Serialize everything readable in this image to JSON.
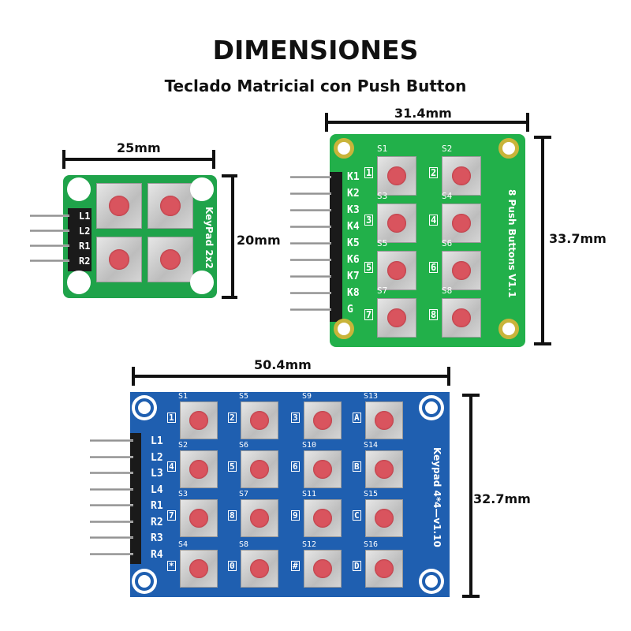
{
  "title": "DIMENSIONES",
  "subtitle": "Teclado Matricial con Push Button",
  "boards": {
    "keypad2x2": {
      "width_label": "25mm",
      "height_label": "20mm",
      "board_text": "KeyPad 2x2",
      "pins": [
        "L1",
        "L2",
        "R1",
        "R2"
      ],
      "color": "#1fa34a"
    },
    "push8": {
      "width_label": "31.4mm",
      "height_label": "33.7mm",
      "board_text": "8 Push Buttons V1.1",
      "pins": [
        "K1",
        "K2",
        "K3",
        "K4",
        "K5",
        "K6",
        "K7",
        "K8",
        "G"
      ],
      "switches": [
        "S1",
        "S2",
        "S3",
        "S4",
        "S5",
        "S6",
        "S7",
        "S8"
      ],
      "keys": [
        "1",
        "2",
        "3",
        "4",
        "5",
        "6",
        "7",
        "8"
      ],
      "color": "#22b04a"
    },
    "keypad4x4": {
      "width_label": "50.4mm",
      "height_label": "32.7mm",
      "board_text": "Keypad 4*4—v1.10",
      "pins": [
        "L1",
        "L2",
        "L3",
        "L4",
        "R1",
        "R2",
        "R3",
        "R4"
      ],
      "switches": [
        [
          "S1",
          "S5",
          "S9",
          "S13"
        ],
        [
          "S2",
          "S6",
          "S10",
          "S14"
        ],
        [
          "S3",
          "S7",
          "S11",
          "S15"
        ],
        [
          "S4",
          "S8",
          "S12",
          "S16"
        ]
      ],
      "keys": [
        [
          "1",
          "2",
          "3",
          "A"
        ],
        [
          "4",
          "5",
          "6",
          "B"
        ],
        [
          "7",
          "8",
          "9",
          "C"
        ],
        [
          "*",
          "0",
          "#",
          "D"
        ]
      ],
      "color": "#1f5fb0"
    }
  }
}
